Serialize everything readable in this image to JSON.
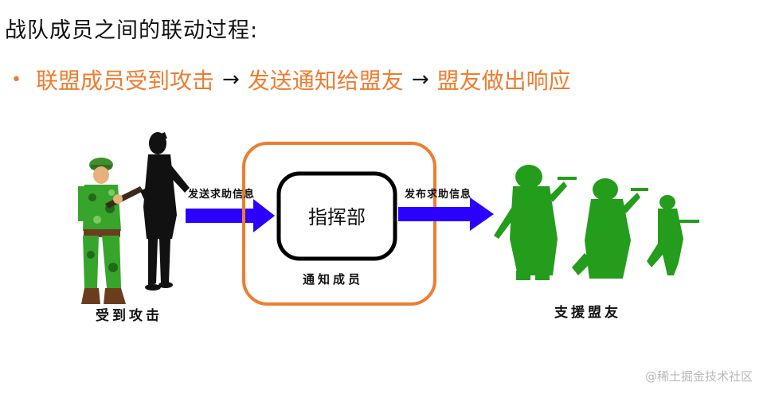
{
  "title": "战队成员之间的联动过程:",
  "flow": {
    "step1": "联盟成员受到攻击",
    "step2": "发送通知给盟友",
    "step3": "盟友做出响应",
    "arrow": "→"
  },
  "diagram": {
    "hq_label": "指挥部",
    "left_arrow_label": "发送求助信息",
    "right_arrow_label": "发布求助信息",
    "left_caption": "受到攻击",
    "center_caption": "通知成员",
    "right_caption": "支援盟友"
  },
  "colors": {
    "orange": "#ed7d31",
    "arrow_blue": "#2b00ff",
    "soldier_green": "#249c1c",
    "hq_border": "#000000"
  },
  "watermark": "@稀土掘金技术社区"
}
